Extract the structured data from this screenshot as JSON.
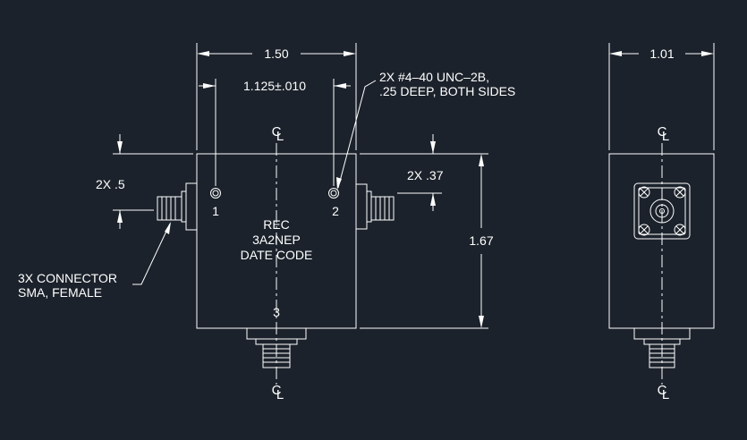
{
  "colors": {
    "background": "#1b222b",
    "linework": "#ffffff"
  },
  "dimensions": {
    "width_front": "1.50",
    "hole_spacing": "1.125±.010",
    "port_offset_left": "2X  .5",
    "port_offset_right": "2X  .37",
    "height": "1.67",
    "width_side": "1.01"
  },
  "notes": {
    "tapped_holes_line1": "2X  #4–40  UNC–2B,",
    "tapped_holes_line2": ".25  DEEP,  BOTH  SIDES",
    "connector_line1": "3X  CONNECTOR",
    "connector_line2": "SMA,  FEMALE"
  },
  "body_label": {
    "line1": "REC",
    "line2": "3A2NEP",
    "line3": "DATE  CODE"
  },
  "ports": {
    "p1": "1",
    "p2": "2",
    "p3": "3"
  },
  "centerline_symbol": "C",
  "centerline_subscript": "L"
}
